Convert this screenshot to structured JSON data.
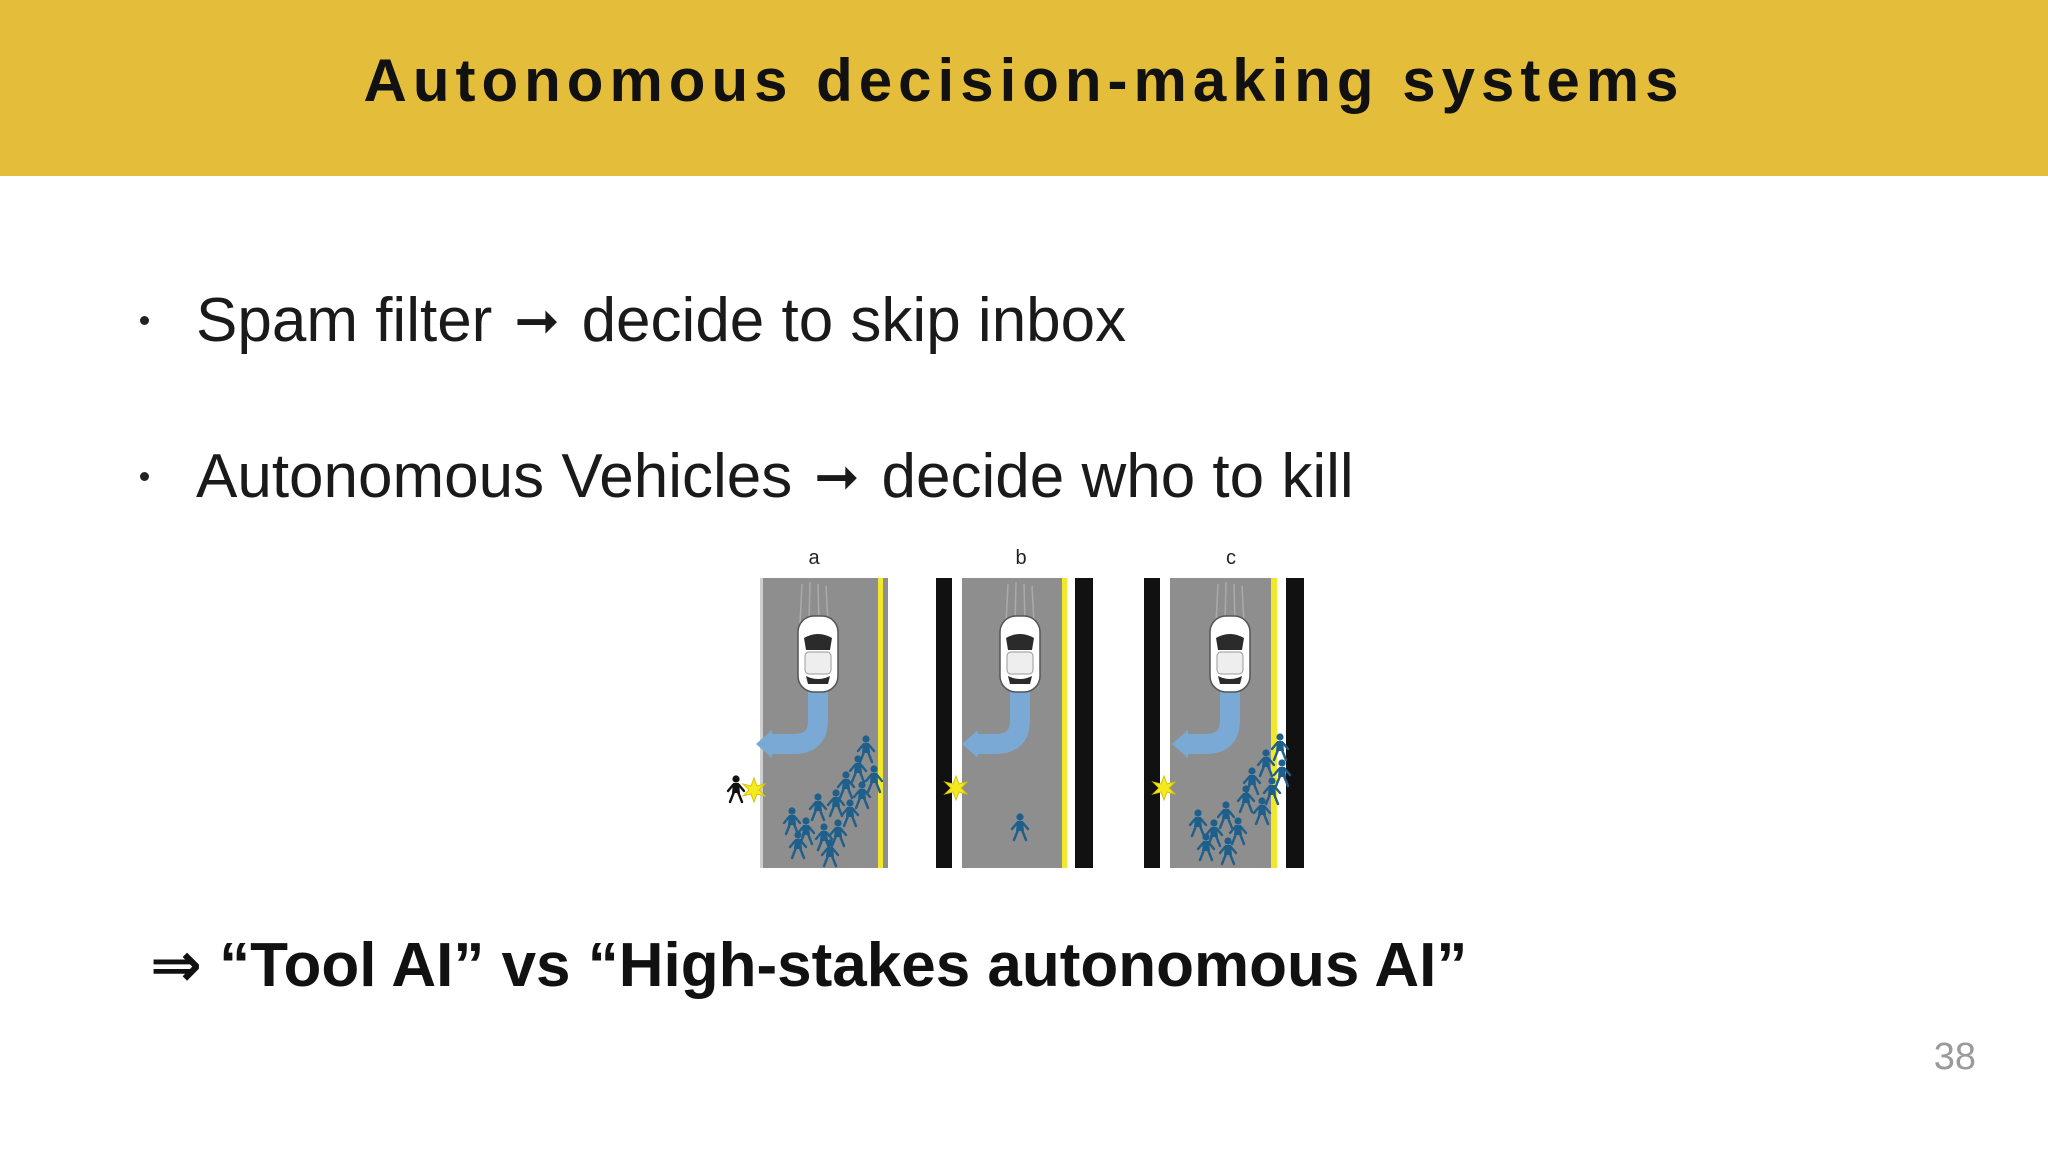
{
  "slide": {
    "title": "Autonomous decision-making systems",
    "bullets": [
      {
        "left": "Spam filter",
        "arrow": "➞",
        "right": "decide to skip inbox"
      },
      {
        "left": "Autonomous Vehicles",
        "arrow": "➞",
        "right": "decide who to kill"
      }
    ],
    "figure": {
      "panel_labels": [
        "a",
        "b",
        "c"
      ]
    },
    "conclusion": "⇒ “Tool AI” vs “High-stakes autonomous AI”",
    "page_number": "38"
  },
  "colors": {
    "header": "#e4bd3b",
    "road": "#8e8e8e",
    "pedestrian": "#1f5f8c",
    "path_arrow": "#7aa9d6",
    "lane_line": "#f2e82a"
  }
}
